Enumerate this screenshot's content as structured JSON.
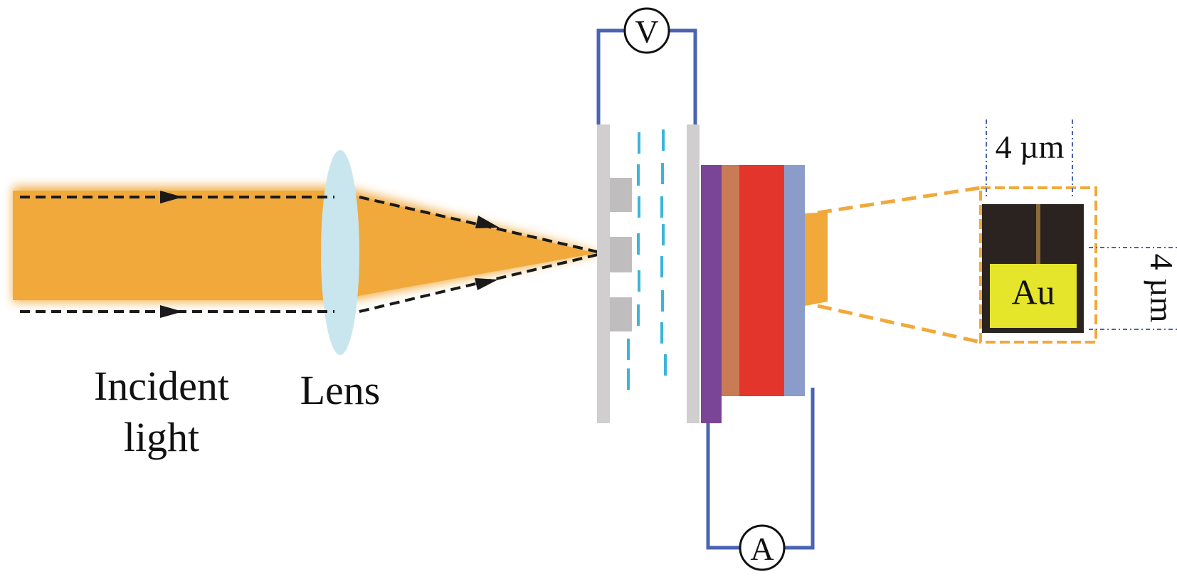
{
  "labels": {
    "incident_line1": "Incident",
    "incident_line2": "light",
    "lens": "Lens",
    "voltmeter": "V",
    "ammeter": "A",
    "gold": "Au",
    "width_dim": "4 µm",
    "height_dim": "4 µm"
  },
  "colors": {
    "beam": "#f0a93a",
    "lens": "#c9e6ee",
    "wire": "#4a63b3",
    "grid_plate": "#d0cece",
    "pillar": "#bfbdbd",
    "dashes": "#3bb5d8",
    "layer_purple": "#7a4596",
    "layer_copper": "#c97b55",
    "layer_red": "#e3352c",
    "layer_blue": "#8c9cca",
    "dashed_outline": "#f0a93a",
    "gold_pad": "#e5e52b",
    "dark_cell": "#2a2320"
  },
  "icons": {
    "arrow": "arrow-right-icon"
  }
}
